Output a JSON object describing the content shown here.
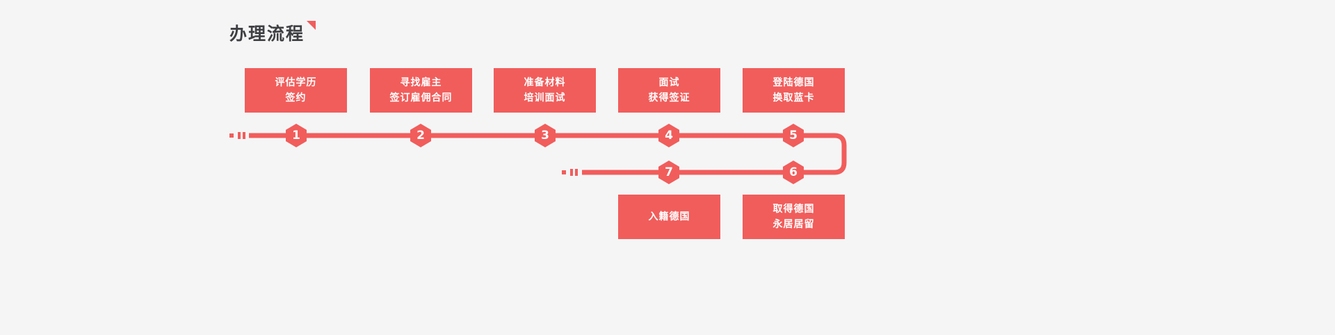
{
  "title": "办理流程",
  "colors": {
    "accent": "#f15d5b",
    "background": "#f5f5f6",
    "title_text": "#3f4043",
    "step_text": "#ffffff"
  },
  "steps": [
    {
      "num": "1",
      "line1": "评估学历",
      "line2": "签约"
    },
    {
      "num": "2",
      "line1": "寻找雇主",
      "line2": "签订雇佣合同"
    },
    {
      "num": "3",
      "line1": "准备材料",
      "line2": "培训面试"
    },
    {
      "num": "4",
      "line1": "面试",
      "line2": "获得签证"
    },
    {
      "num": "5",
      "line1": "登陆德国",
      "line2": "换取蓝卡"
    },
    {
      "num": "6",
      "line1": "取得德国",
      "line2": "永居居留"
    },
    {
      "num": "7",
      "line1": "入籍德国",
      "line2": ""
    }
  ]
}
